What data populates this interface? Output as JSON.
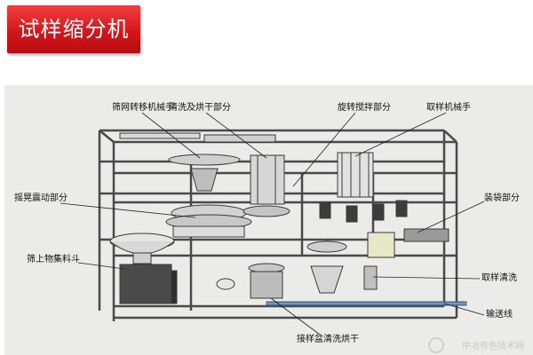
{
  "header": {
    "title": "试样缩分机",
    "accent": "#d4161c"
  },
  "diagram": {
    "labels": {
      "screen_robot": "筛网转移机械手",
      "wash_dry": "清洗及烘干部分",
      "rotary_mix": "旋转搅拌部分",
      "sampling_robot": "取样机械手",
      "shake": "摇晃震动部分",
      "bagging": "装袋部分",
      "hopper": "筛上物集料斗",
      "sample_wash": "取样清洗",
      "conveyor": "输送线",
      "tray_wash": "接样盆清洗烘干"
    }
  },
  "watermark": {
    "text": "中冶有色技术网"
  }
}
